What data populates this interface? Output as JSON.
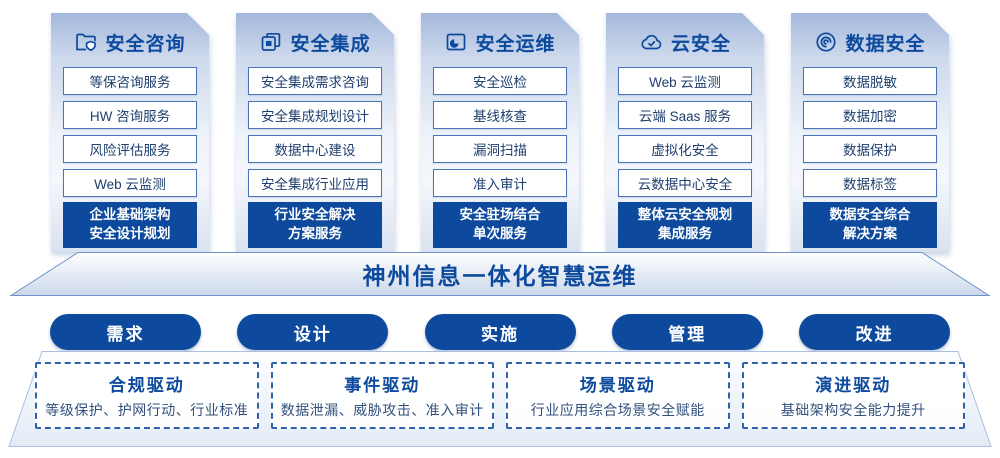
{
  "colors": {
    "accent": "#0d4a9d",
    "item_border": "#4a74b5",
    "item_text": "#1e3f6f",
    "band_border": "#6d92c9",
    "platform_border": "#a9c0e2",
    "driver_border": "#2f62ad",
    "desc_text": "#33517c"
  },
  "columns": [
    {
      "title": "安全咨询",
      "icon": "folder-shield-icon",
      "items": [
        "等保咨询服务",
        "HW 咨询服务",
        "风险评估服务",
        "Web 云监测"
      ],
      "footer_line1": "企业基础架构",
      "footer_line2": "安全设计规划"
    },
    {
      "title": "安全集成",
      "icon": "documents-icon",
      "items": [
        "安全集成需求咨询",
        "安全集成规划设计",
        "数据中心建设",
        "安全集成行业应用"
      ],
      "footer_line1": "行业安全解决",
      "footer_line2": "方案服务"
    },
    {
      "title": "安全运维",
      "icon": "monitor-folder-icon",
      "items": [
        "安全巡检",
        "基线核查",
        "漏洞扫描",
        "准入审计"
      ],
      "footer_line1": "安全驻场结合",
      "footer_line2": "单次服务"
    },
    {
      "title": "云安全",
      "icon": "cloud-icon",
      "items": [
        "Web 云监测",
        "云端 Saas 服务",
        "虚拟化安全",
        "云数据中心安全"
      ],
      "footer_line1": "整体云安全规划",
      "footer_line2": "集成服务"
    },
    {
      "title": "数据安全",
      "icon": "fingerprint-icon",
      "items": [
        "数据脱敏",
        "数据加密",
        "数据保护",
        "数据标签"
      ],
      "footer_line1": "数据安全综合",
      "footer_line2": "解决方案"
    }
  ],
  "banner": {
    "title": "神州信息一体化智慧运维"
  },
  "phases": [
    "需求",
    "设计",
    "实施",
    "管理",
    "改进"
  ],
  "drivers": [
    {
      "title": "合规驱动",
      "desc": "等级保护、护网行动、行业标准"
    },
    {
      "title": "事件驱动",
      "desc": "数据泄漏、威胁攻击、准入审计"
    },
    {
      "title": "场景驱动",
      "desc": "行业应用综合场景安全赋能"
    },
    {
      "title": "演进驱动",
      "desc": "基础架构安全能力提升"
    }
  ]
}
